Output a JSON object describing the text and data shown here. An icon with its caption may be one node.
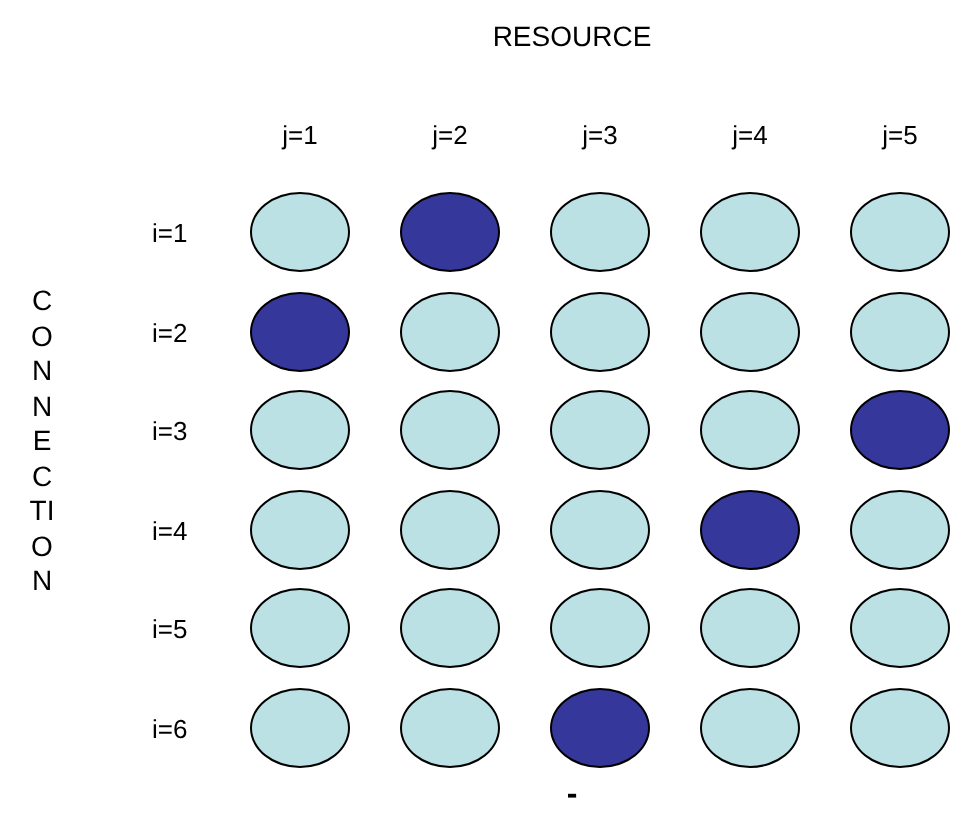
{
  "diagram": {
    "title": "RESOURCE",
    "nodes": [
      {
        "text": [],
        "shape": "circle"
      },
      {
        "text": [],
        "shape": "disc"
      },
      {
        "text": [],
        "shape": "circle"
      },
      {
        "text": [],
        "shape": "circle"
      },
      {
        "text": [],
        "shape": "circle"
      },
      {
        "text": [],
        "shape": "disc"
      },
      {
        "text": [],
        "shape": "circle"
      },
      {
        "text": [],
        "shape": "circle"
      },
      {
        "text": [],
        "shape": "circle"
      },
      {
        "text": [],
        "shape": "circle"
      },
      {
        "text": [],
        "shape": "circle"
      },
      {
        "text": [],
        "shape": "circle"
      },
      {
        "text": [],
        "shape": "circle"
      },
      {
        "text": [],
        "shape": "circle"
      },
      {
        "text": [],
        "shape": "disc"
      },
      {
        "text": [],
        "shape": "circle"
      },
      {
        "text": [],
        "shape": "circle"
      },
      {
        "text": [],
        "shape": "circle"
      },
      {
        "text": [],
        "shape": "disc"
      },
      {
        "text": [],
        "shape": "circle"
      },
      {
        "text": [],
        "shape": "circle"
      },
      {
        "text": [],
        "shape": "circle"
      },
      {
        "text": [],
        "shape": "circle"
      },
      {
        "text": [],
        "shape": "circle"
      },
      {
        "text": [],
        "shape": "circle"
      },
      {
        "text": [],
        "shape": "circle"
      },
      {
        "text": [],
        "shape": "circle"
      },
      {
        "text": [],
        "shape": "disc"
      },
      {
        "text": [],
        "shape": "circle"
      },
      {
        "text": [],
        "shape": "circle"
      }
    ],
    "edges": [],
    "labels": [
      "j=1",
      "j=2",
      "j=3",
      "j=4",
      "j=5",
      "CONNECTION",
      "i=1",
      "i=2",
      "i=3",
      "i=4",
      "i=5",
      "i=6",
      "-"
    ]
  }
}
